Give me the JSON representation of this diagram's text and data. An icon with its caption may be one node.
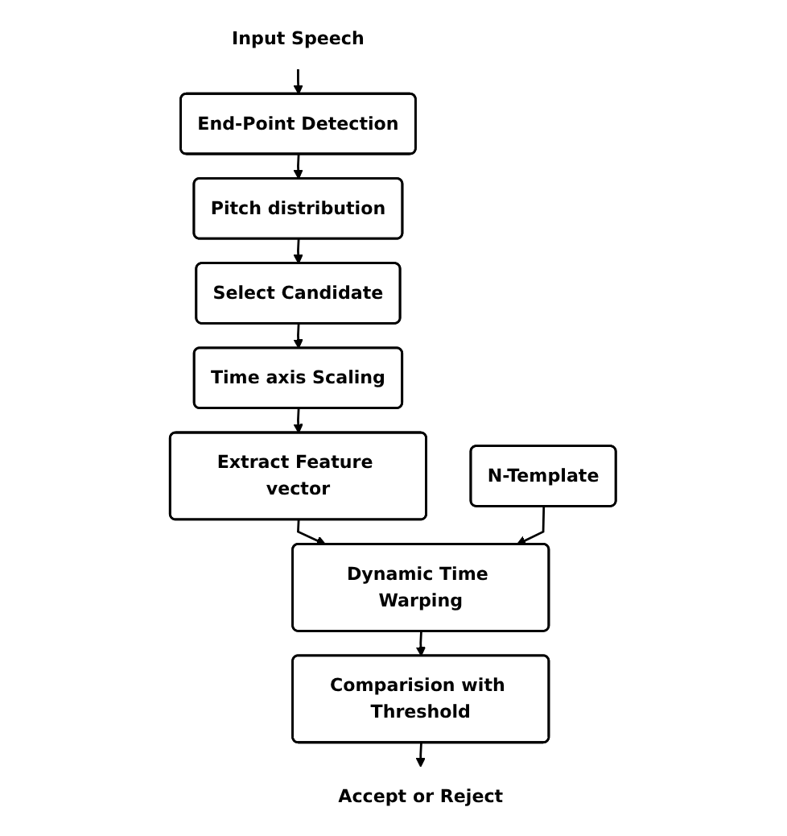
{
  "diagram": {
    "nodes": [
      {
        "text": [
          "Input Speech"
        ]
      },
      {
        "text": [
          "End-Point Detection"
        ]
      },
      {
        "text": [
          "Pitch distribution"
        ]
      },
      {
        "text": [
          "N-Template"
        ]
      },
      {
        "text": [
          "Select Candidate"
        ]
      },
      {
        "text": [
          "Time axis Scaling"
        ]
      },
      {
        "text": [
          "Extract Feature vector"
        ]
      },
      {
        "text": [
          "Dynamic Time Warping"
        ]
      },
      {
        "text": [
          "Comparision with Threshold"
        ]
      },
      {
        "text": [
          "Accept or Reject"
        ]
      }
    ],
    "edges": [
      {
        "from": 0,
        "to": 1,
        "arrow": "to"
      },
      {
        "from": 1,
        "to": 2,
        "arrow": "to"
      },
      {
        "from": 2,
        "to": 4,
        "arrow": "to"
      },
      {
        "from": 4,
        "to": 5,
        "arrow": "to"
      },
      {
        "from": 5,
        "to": 6,
        "arrow": "to"
      },
      {
        "from": 6,
        "to": 7,
        "arrow": "to"
      },
      {
        "from": 3,
        "to": 7,
        "arrow": "to"
      },
      {
        "from": 7,
        "to": 8,
        "arrow": "to"
      },
      {
        "from": 8,
        "to": 9,
        "arrow": "to"
      }
    ]
  }
}
